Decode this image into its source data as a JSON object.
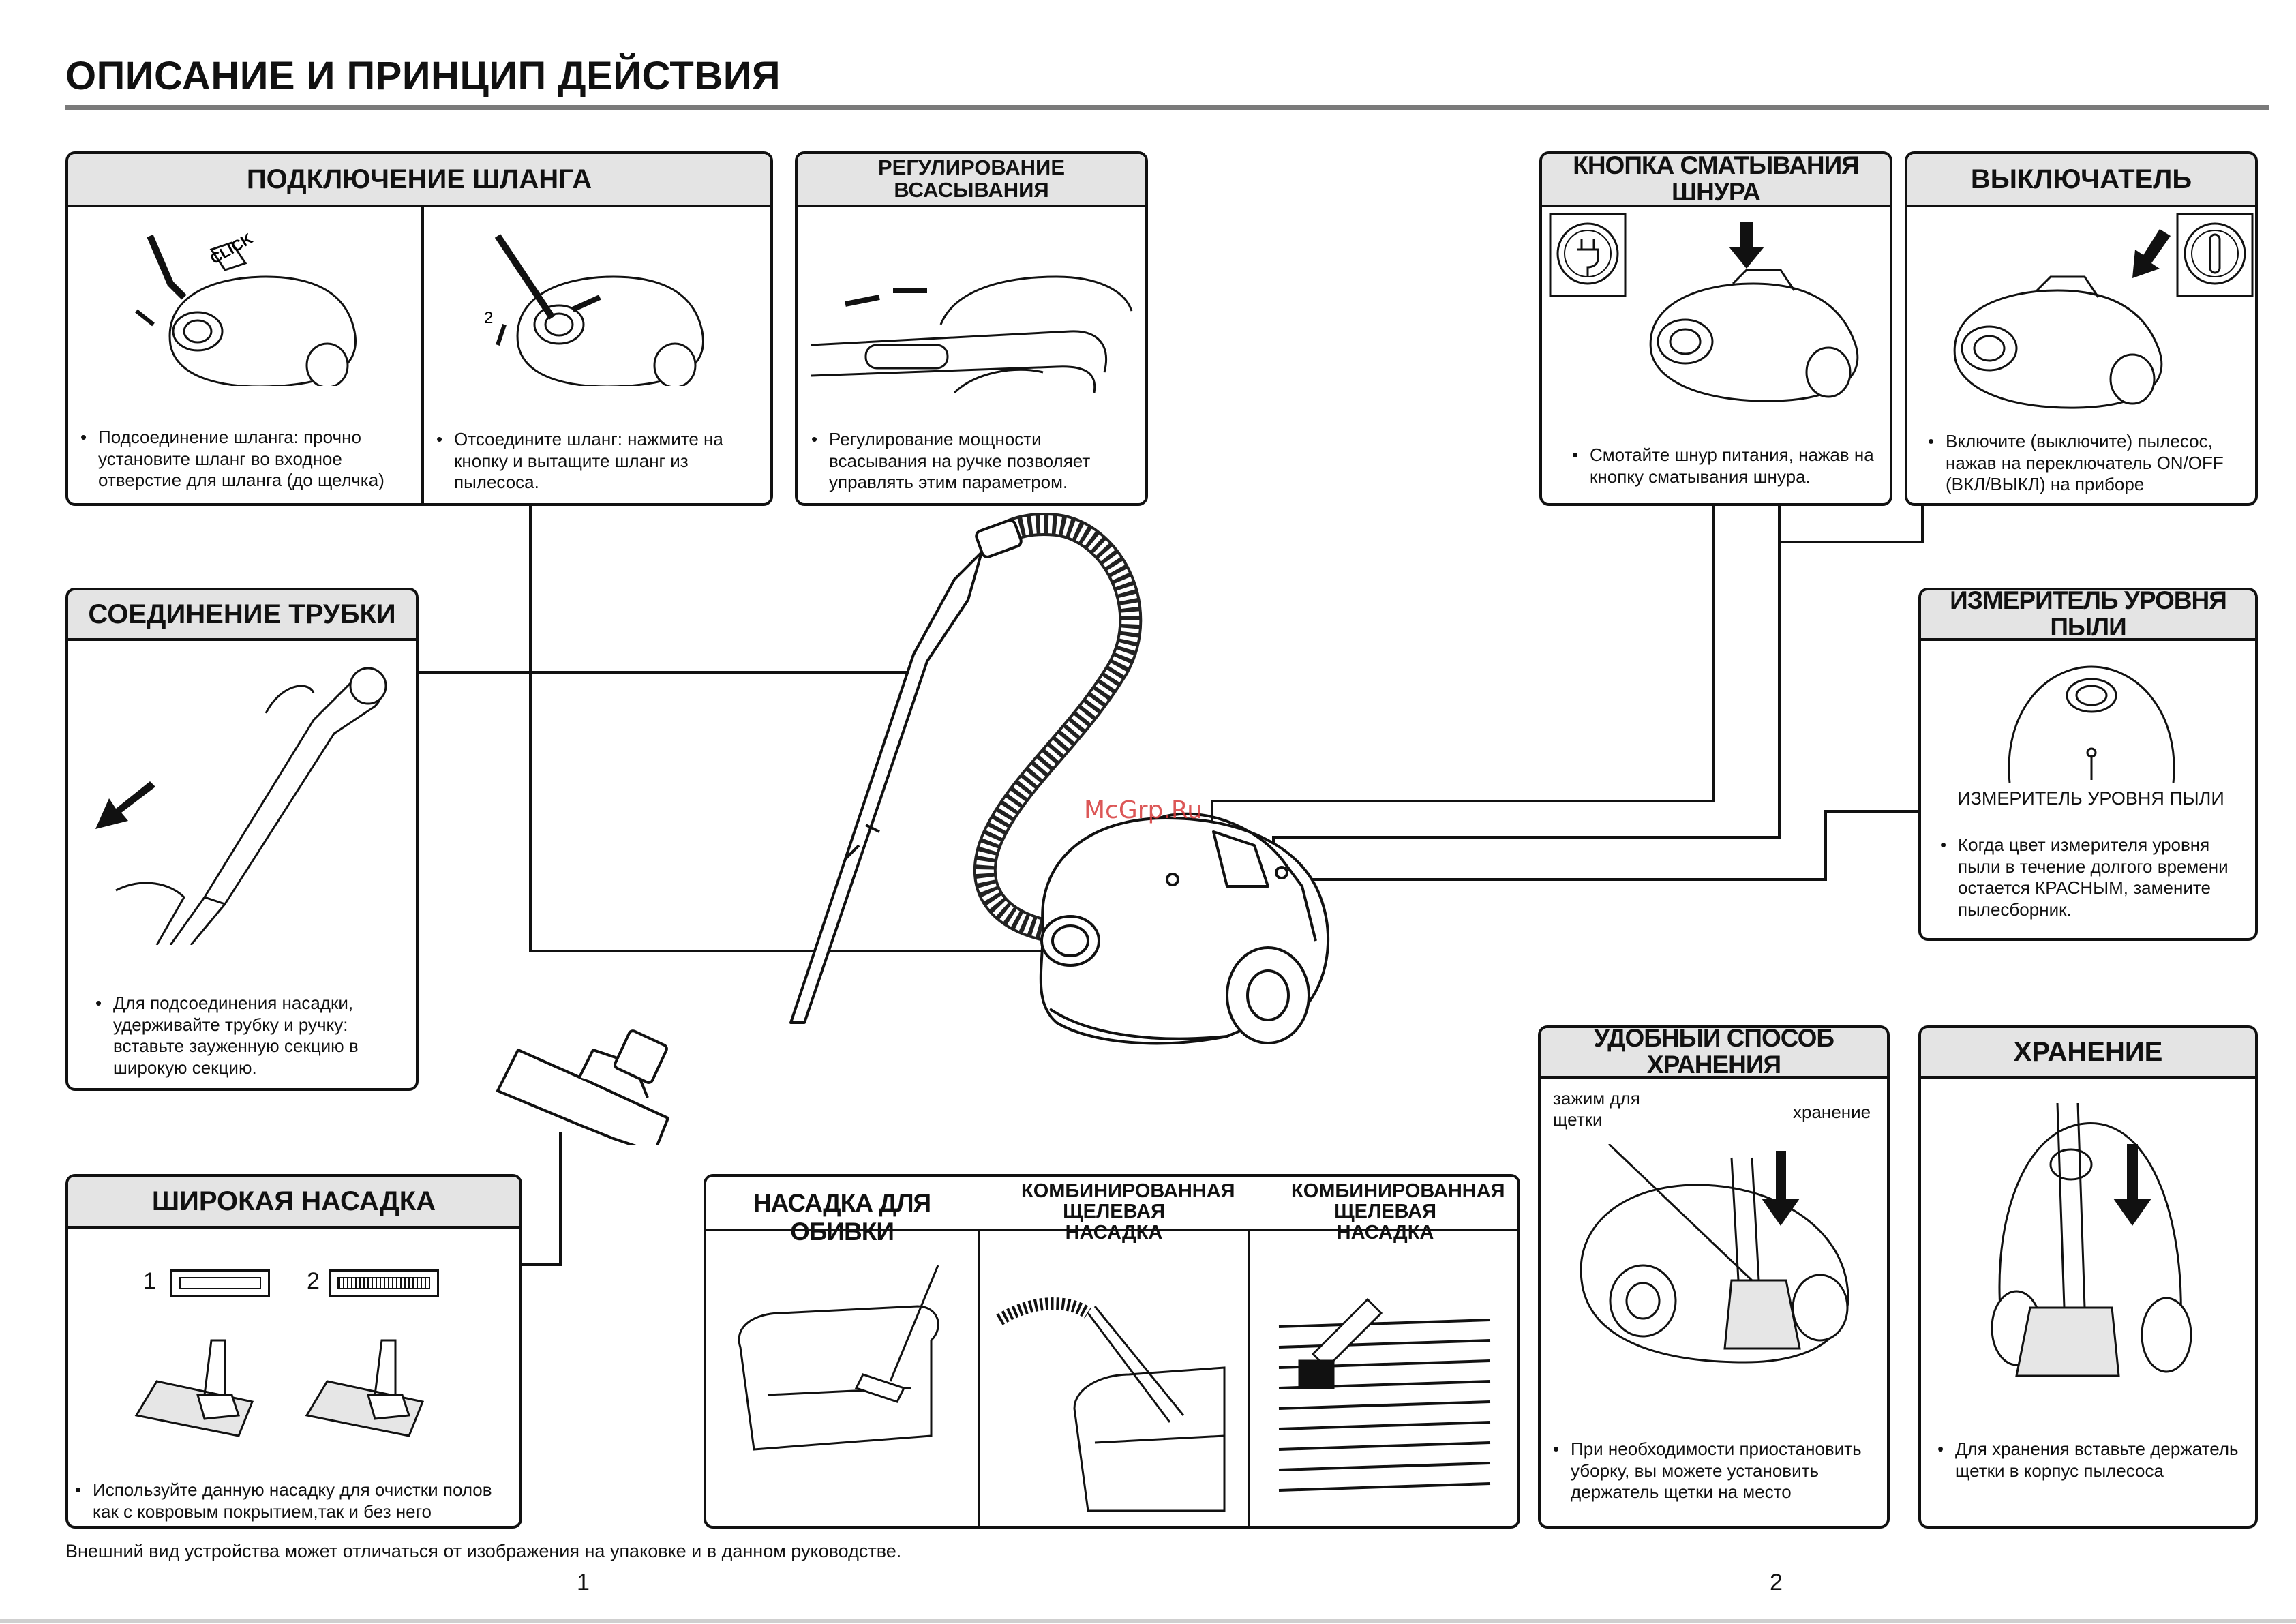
{
  "page_title": "ОПИСАНИЕ И ПРИНЦИП ДЕЙСТВИЯ",
  "panels": {
    "hose": {
      "title": "ПОДКЛЮЧЕНИЕ ШЛАНГА",
      "click_label": "CLICK",
      "step_label": "2",
      "caption_left": "Подсоединение шланга: прочно установите шланг во входное отверстие для шланга (до щелчка)",
      "caption_right": "Отсоедините шланг: нажмите на кнопку и вытащите шланг из пылесоса."
    },
    "suction": {
      "title": "РЕГУЛИРОВАНИЕ ВСАСЫВАНИЯ",
      "caption": "Регулирование мощности всасывания на ручке позволяет управлять этим параметром."
    },
    "cord": {
      "title": "КНОПКА СМАТЫВАНИЯ ШНУРА",
      "caption": "Смотайте шнур питания, нажав на кнопку сматывания шнура."
    },
    "switch": {
      "title": "ВЫКЛЮЧАТЕЛЬ",
      "caption": "Включите (выключите) пылесос, нажав на переключатель ON/OFF (ВКЛ/ВЫКЛ) на приборе"
    },
    "tube": {
      "title": "СОЕДИНЕНИЕ ТРУБКИ",
      "caption": "Для подсоединения насадки, удерживайте трубку и ручку: вставьте зауженную секцию в широкую секцию."
    },
    "dust": {
      "title": "ИЗМЕРИТЕЛЬ УРОВНЯ ПЫЛИ",
      "indicator_label": "ИЗМЕРИТЕЛЬ УРОВНЯ ПЫЛИ",
      "caption": "Когда цвет измерителя уровня пыли в течение долгого времени остается КРАСНЫМ, замените пылесборник."
    },
    "floor": {
      "title": "ШИРОКАЯ НАСАДКА",
      "label_1": "1",
      "label_2": "2",
      "caption": "Используйте данную насадку для очистки полов как с ковровым покрытием,так и без него"
    },
    "tools": {
      "col1_title": "НАСАДКА ДЛЯ ОБИВКИ",
      "col2_title": "КОМБИНИРОВАННАЯ ЩЕЛЕВАЯ НАСАДКА",
      "col3_title": "КОМБИНИРОВАННАЯ ЩЕЛЕВАЯ НАСАДКА"
    },
    "handy": {
      "title": "УДОБНЫЙ СПОСОБ ХРАНЕНИЯ",
      "label_clip": "зажим для щетки",
      "label_store": "хранение",
      "caption": "При необходимости приостановить уборку, вы можете установить держатель щетки на место"
    },
    "storage": {
      "title": "ХРАНЕНИЕ",
      "caption": "Для хранения вставьте держатель щетки в корпус пылесоса"
    }
  },
  "bullet": "•",
  "footnote": "Внешний вид устройства может отличаться от изображения на упаковке и в данном руководстве.",
  "page_numbers": [
    "1",
    "2"
  ],
  "watermark": "McGrp.Ru"
}
